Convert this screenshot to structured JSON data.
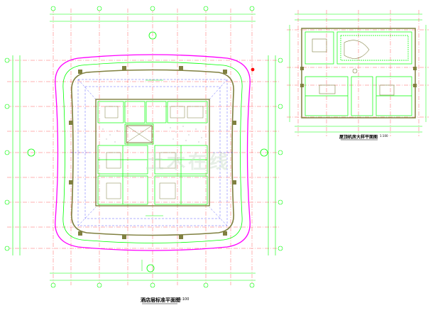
{
  "drawing": {
    "main_plan": {
      "title": "酒店层标准平面图",
      "scale": "1:100"
    },
    "roof_plan": {
      "title": "屋顶机房大样平面图",
      "scale": "1:100"
    },
    "watermark": "土木在线",
    "colors": {
      "background": "#ffffff",
      "grid": "#ff3b3b",
      "walls": "#00ff00",
      "envelope": "#ff00ff",
      "columns": "#808040",
      "ceiling_dash": "#0000ff",
      "text": "#000000"
    }
  }
}
